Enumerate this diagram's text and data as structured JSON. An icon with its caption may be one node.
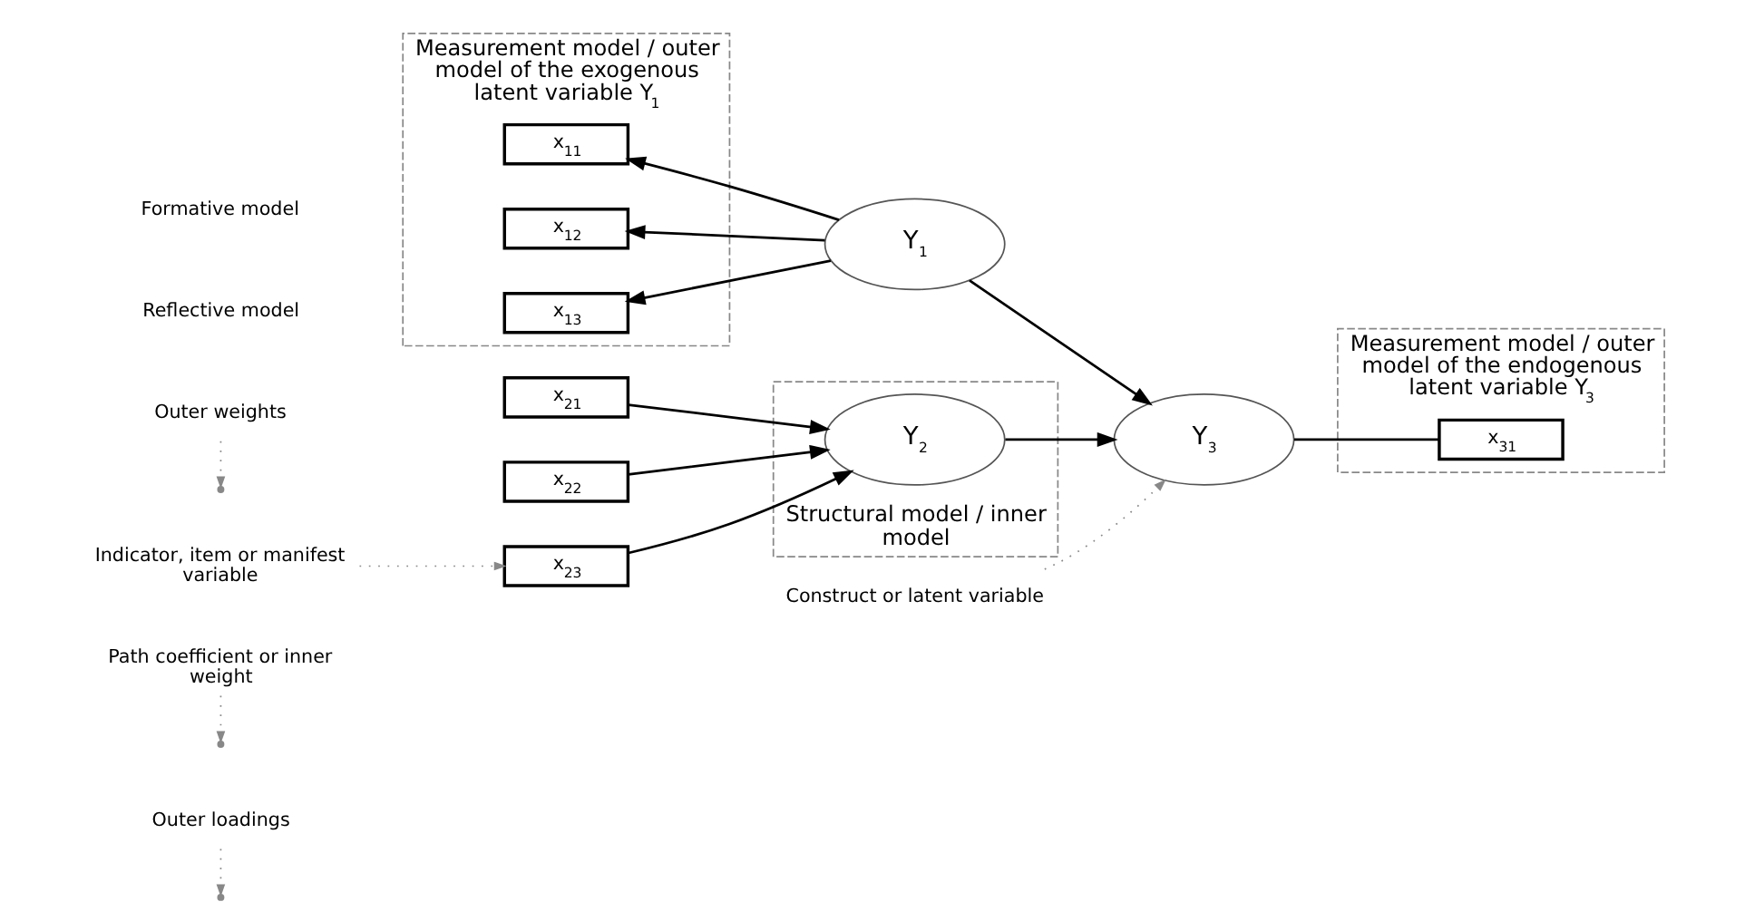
{
  "diagram": {
    "nodes": [
      {
        "text": [
          "Outer loadings"
        ]
      },
      {
        "text": [
          "Path coefficient or inner weight"
        ]
      },
      {
        "text": [
          "Measurement model / outer model of the exogenous latent variable Y$_{1}$"
        ]
      },
      {
        "text": [
          "Measurement model / outer model of the endogenous latent variable Y$_{3}$"
        ]
      },
      {
        "text": [
          "Structural model / inner model"
        ]
      },
      {
        "text": [
          "x$_{11}$"
        ],
        "in": 2
      },
      {
        "text": [
          "x$_{12}$"
        ],
        "in": 2
      },
      {
        "text": [
          "x$_{13}$"
        ],
        "in": 2
      },
      {
        "text": [
          "Y$_{1}$"
        ]
      },
      {
        "text": [
          "Y$_{3}$"
        ]
      },
      {
        "text": [
          "x$_{31}$"
        ],
        "in": 3
      },
      {
        "text": [
          "x$_{21}$"
        ]
      },
      {
        "text": [
          "Y$_{2}$"
        ],
        "in": 4
      },
      {
        "text": [
          "x$_{22}$"
        ]
      },
      {
        "text": [
          "x$_{23}$"
        ]
      },
      {
        "text": [
          "Indicator, item or manifest variable"
        ]
      },
      {
        "text": [
          "Outer weights"
        ]
      },
      {
        "text": [
          "Construct or latent variable"
        ]
      }
    ],
    "edges": [
      {
        "from": 8,
        "to": 5,
        "arrow": "to"
      },
      {
        "from": 8,
        "to": 6,
        "arrow": "to"
      },
      {
        "from": 8,
        "to": 7,
        "arrow": "to"
      },
      {
        "from": 11,
        "to": 12,
        "arrow": "to"
      },
      {
        "from": 13,
        "to": 12,
        "arrow": "to"
      },
      {
        "from": 14,
        "to": 12,
        "arrow": "to"
      },
      {
        "from": 8,
        "to": 9,
        "arrow": "to"
      },
      {
        "from": 12,
        "to": 9,
        "arrow": "to"
      },
      {
        "from": 9,
        "to": 10,
        "arrow": "none"
      },
      {
        "from": 0,
        "to": null,
        "arrow": "to",
        "style": "dashed",
        "color": "#888888"
      },
      {
        "from": 1,
        "to": null,
        "arrow": "to",
        "style": "dashed",
        "color": "#888888"
      },
      {
        "from": 15,
        "to": 14,
        "arrow": "to",
        "style": "dashed",
        "color": "#888888"
      },
      {
        "from": 16,
        "to": null,
        "arrow": "to",
        "style": "dashed",
        "color": "#888888"
      },
      {
        "from": 17,
        "to": 9,
        "arrow": "to",
        "style": "dashed",
        "color": "#888888"
      }
    ],
    "labels": [
      "Reflective model",
      "Formative model"
    ]
  }
}
